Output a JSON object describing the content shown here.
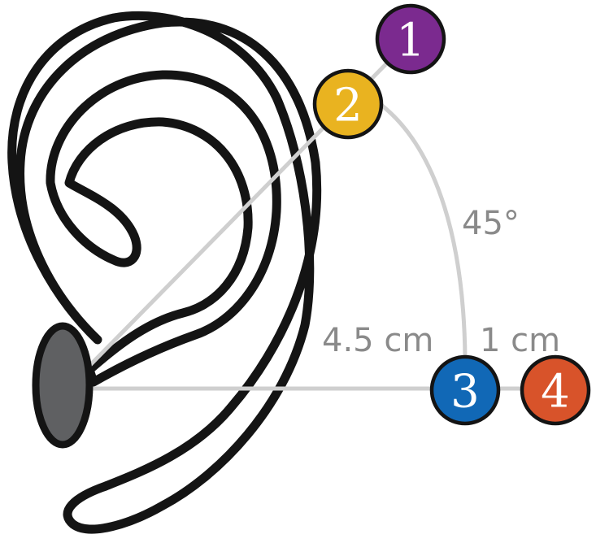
{
  "diagram": {
    "angle_label": "45°",
    "distance_labels": {
      "ear_to_3": "4.5 cm",
      "three_to_4": "1 cm"
    },
    "markers": [
      {
        "number": "1",
        "color": "#7b2a8f"
      },
      {
        "number": "2",
        "color": "#e9b320"
      },
      {
        "number": "3",
        "color": "#1168b6"
      },
      {
        "number": "4",
        "color": "#d8532a"
      }
    ],
    "colors": {
      "outline": "#141414",
      "guide_lines": "#cfcfcf",
      "ear_canal": "#5f6062",
      "label_text": "#8a8a8a"
    }
  }
}
